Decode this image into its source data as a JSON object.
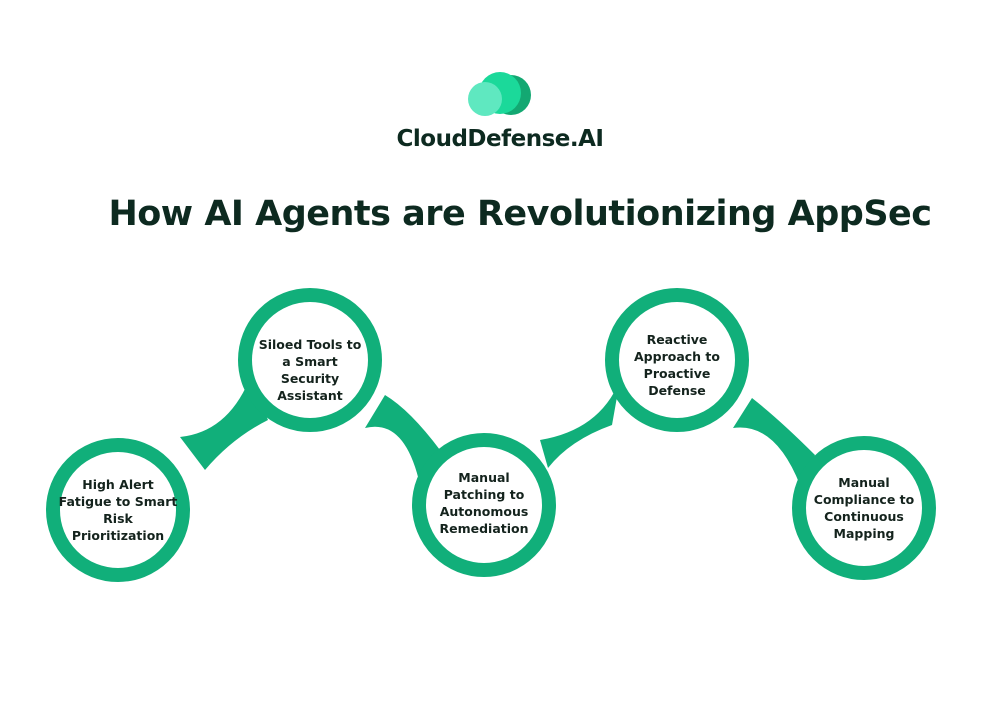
{
  "brand": {
    "name": "CloudDefense.AI",
    "colors": {
      "light": "#5fe8c0",
      "mid": "#1bd99a",
      "dark": "#13a872"
    }
  },
  "title": "How AI Agents are Revolutionizing AppSec",
  "accent": "#11AF7A",
  "steps": [
    {
      "label": "High Alert Fatigue to Smart Risk Prioritization"
    },
    {
      "label": "Siloed Tools to a Smart Security Assistant"
    },
    {
      "label": "Manual Patching to Autonomous Remediation"
    },
    {
      "label": "Reactive Approach to Proactive Defense"
    },
    {
      "label": "Manual Compliance to Continuous Mapping"
    }
  ]
}
